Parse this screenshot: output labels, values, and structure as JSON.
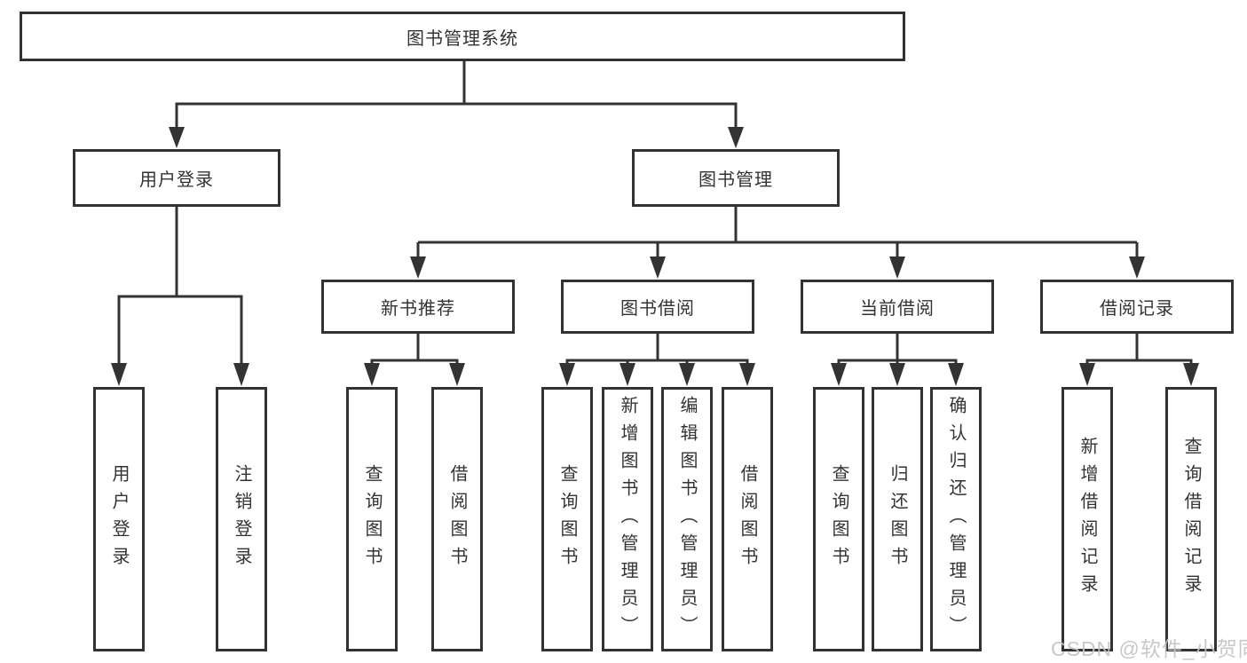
{
  "diagram": {
    "title_node": "图书管理系统",
    "level2": {
      "user_login": "用户登录",
      "book_mgmt": "图书管理"
    },
    "level3": {
      "new_books": "新书推荐",
      "book_borrow": "图书借阅",
      "current_borrow": "当前借阅",
      "borrow_records": "借阅记录"
    },
    "leaves": {
      "user_login": [
        "用户登录",
        "注销登录"
      ],
      "new_books": [
        "查询图书",
        "借阅图书"
      ],
      "book_borrow": [
        "查询图书",
        "新增图书（管理员）",
        "编辑图书（管理员）",
        "借阅图书"
      ],
      "current_borrow": [
        "查询图书",
        "归还图书",
        "确认归还（管理员）"
      ],
      "borrow_records": [
        "新增借阅记录",
        "查询借阅记录"
      ]
    },
    "colors": {
      "line": "#333333",
      "box_border": "#323232",
      "text": "#333333",
      "background": "#ffffff",
      "watermark": "#c3c3c3"
    },
    "watermark": "CSDN @软件_小贺同学"
  }
}
